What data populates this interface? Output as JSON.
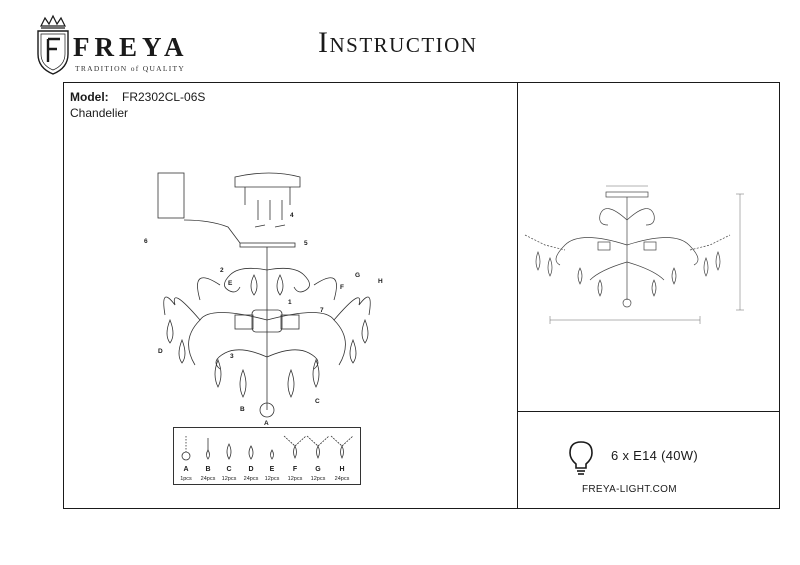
{
  "header": {
    "brand": "FREYA",
    "tagline": "TRADITION of QUALITY",
    "title": "Instruction"
  },
  "product": {
    "model_label": "Model:",
    "model_value": "FR2302CL-06S",
    "category": "Chandelier"
  },
  "diagram": {
    "callouts": [
      "1",
      "2",
      "3",
      "4",
      "5",
      "6",
      "7"
    ],
    "part_letters": [
      "A",
      "B",
      "C",
      "D",
      "E",
      "F",
      "G",
      "H"
    ]
  },
  "parts": [
    {
      "letter": "A",
      "qty": "1pcs"
    },
    {
      "letter": "B",
      "qty": "24pcs"
    },
    {
      "letter": "C",
      "qty": "12pcs"
    },
    {
      "letter": "D",
      "qty": "24pcs"
    },
    {
      "letter": "E",
      "qty": "12pcs"
    },
    {
      "letter": "F",
      "qty": "12pcs"
    },
    {
      "letter": "G",
      "qty": "12pcs"
    },
    {
      "letter": "H",
      "qty": "24pcs"
    }
  ],
  "specs": {
    "lamp": "6 x E14 (40W)",
    "website": "FREYA-LIGHT.COM"
  },
  "icons": {
    "logo": "freya-crest-icon",
    "bulb": "light-bulb-icon"
  }
}
